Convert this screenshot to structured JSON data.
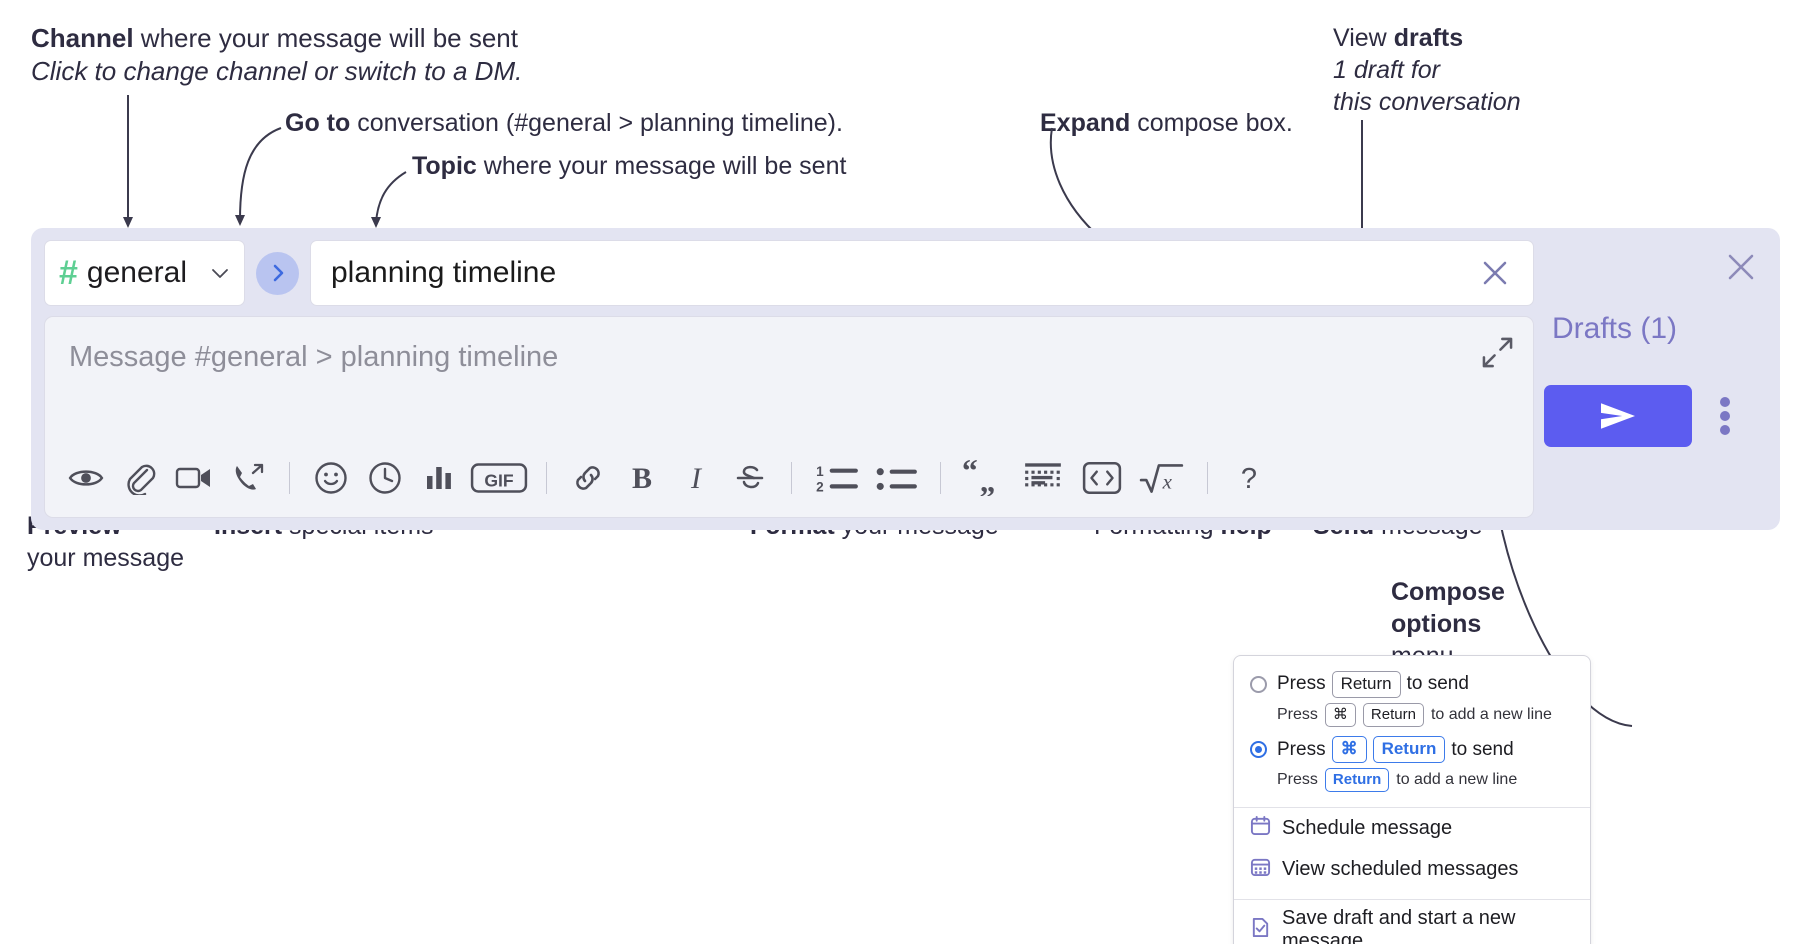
{
  "annotations": {
    "channel": {
      "bold": "Channel",
      "rest": " where your message will be sent",
      "italic": "Click to change channel or switch to a DM."
    },
    "goto": {
      "bold": "Go to",
      "rest": " conversation (#general > planning timeline)."
    },
    "topic": {
      "bold": "Topic",
      "rest": " where your message will be sent"
    },
    "expand": {
      "bold": "Expand",
      "rest": " compose box."
    },
    "drafts": {
      "plain": "View ",
      "bold": "drafts",
      "italic1": "1 draft for",
      "italic2": "this conversation"
    },
    "preview": {
      "bold": "Preview",
      "line2": "your message"
    },
    "insert": {
      "bold": "Insert",
      "rest": " special items"
    },
    "format": {
      "bold": "Format",
      "rest": " your message"
    },
    "help": {
      "plain": "Formatting ",
      "bold": "help"
    },
    "send": {
      "bold": "Send",
      "rest": " message"
    },
    "compose_options": {
      "bold1": "Compose",
      "bold2": "options",
      "plain": "menu"
    }
  },
  "compose": {
    "channel_name": "general",
    "channel_hash": "#",
    "go_icon": "chevron-right-icon",
    "topic_value": "planning timeline",
    "clear_icon": "close-icon",
    "message_placeholder": "Message #general > planning timeline",
    "expand_icon": "expand-icon",
    "toolbar": [
      {
        "name": "preview-icon",
        "label": "Preview"
      },
      {
        "name": "attachment-icon",
        "label": "Attach file"
      },
      {
        "name": "video-icon",
        "label": "Record video clip"
      },
      {
        "name": "call-icon",
        "label": "Start call"
      },
      {
        "name": "separator",
        "label": ""
      },
      {
        "name": "emoji-icon",
        "label": "Emoji"
      },
      {
        "name": "clock-icon",
        "label": "Reminder"
      },
      {
        "name": "poll-icon",
        "label": "Poll"
      },
      {
        "name": "gif-icon",
        "label": "GIF"
      },
      {
        "name": "separator",
        "label": ""
      },
      {
        "name": "link-icon",
        "label": "Link"
      },
      {
        "name": "bold-icon",
        "label": "Bold"
      },
      {
        "name": "italic-icon",
        "label": "Italic"
      },
      {
        "name": "strikethrough-icon",
        "label": "Strikethrough"
      },
      {
        "name": "separator",
        "label": ""
      },
      {
        "name": "ordered-list-icon",
        "label": "Ordered list"
      },
      {
        "name": "bulleted-list-icon",
        "label": "Bulleted list"
      },
      {
        "name": "separator",
        "label": ""
      },
      {
        "name": "blockquote-icon",
        "label": "Blockquote"
      },
      {
        "name": "code-block-icon",
        "label": "Code block"
      },
      {
        "name": "inline-code-icon",
        "label": "Code"
      },
      {
        "name": "math-icon",
        "label": "Math"
      },
      {
        "name": "separator",
        "label": ""
      },
      {
        "name": "help-icon",
        "label": "Formatting help"
      }
    ],
    "drafts_label": "Drafts (1)",
    "send_icon": "send-icon",
    "kebab_icon": "more-options-icon",
    "panel_close_icon": "close-icon"
  },
  "menu": {
    "option1": {
      "selected": false,
      "pre": "Press",
      "key": "Return",
      "post": "to send",
      "sub_pre": "Press",
      "sub_key1": "⌘",
      "sub_key2": "Return",
      "sub_post": "to add a new line"
    },
    "option2": {
      "selected": true,
      "pre": "Press",
      "key1": "⌘",
      "key2": "Return",
      "post": "to send",
      "sub_pre": "Press",
      "sub_key": "Return",
      "sub_post": "to add a new line"
    },
    "items": [
      {
        "icon": "calendar-schedule-icon",
        "label": "Schedule message"
      },
      {
        "icon": "calendar-grid-icon",
        "label": "View scheduled messages"
      },
      {
        "icon": "save-draft-icon",
        "label": "Save draft and start a new message"
      }
    ]
  },
  "colors": {
    "panel": "#e3e4f2",
    "accent_purple": "#7b77c4",
    "send_blue": "#5c5cf0",
    "hash_green": "#5ecf93",
    "go_blue": "#b9c4f0",
    "key_blue": "#2f6fe4",
    "text": "#2e2c41"
  }
}
